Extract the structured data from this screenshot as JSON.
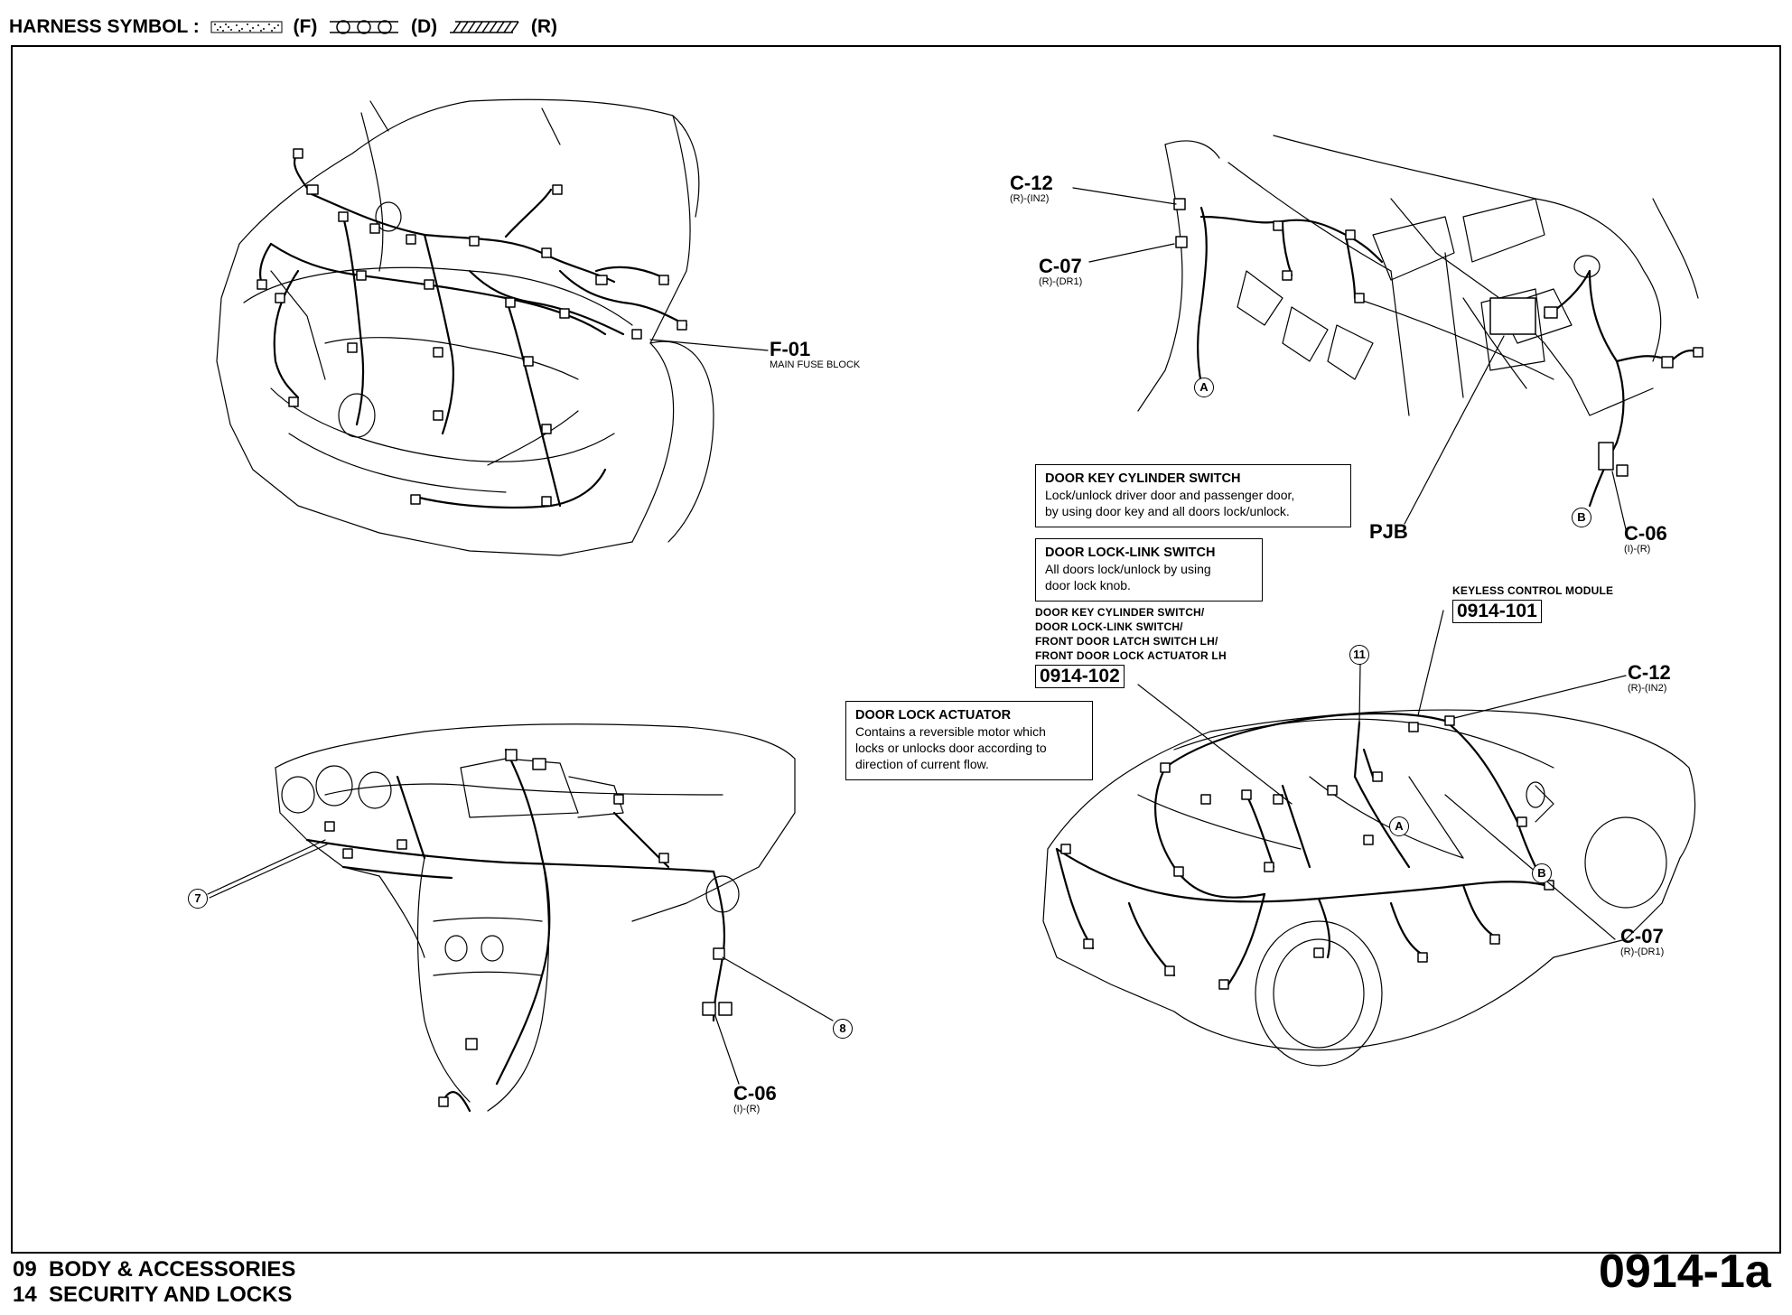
{
  "header": {
    "label": "HARNESS SYMBOL :",
    "symbols": [
      {
        "code": "(F)",
        "pattern": "dotted"
      },
      {
        "code": "(D)",
        "pattern": "circles"
      },
      {
        "code": "(R)",
        "pattern": "hatched"
      }
    ]
  },
  "connectors": {
    "f01": {
      "id": "F-01",
      "desc": "MAIN FUSE BLOCK"
    },
    "c12_top": {
      "id": "C-12",
      "sub": "(R)-(IN2)"
    },
    "c07_top": {
      "id": "C-07",
      "sub": "(R)-(DR1)"
    },
    "pjb": {
      "id": "PJB"
    },
    "c06_top": {
      "id": "C-06",
      "sub": "(I)-(R)"
    },
    "c12_car": {
      "id": "C-12",
      "sub": "(R)-(IN2)"
    },
    "c07_car": {
      "id": "C-07",
      "sub": "(R)-(DR1)"
    },
    "c06_dash": {
      "id": "C-06",
      "sub": "(I)-(R)"
    }
  },
  "boxes": {
    "key_cyl": {
      "title": "DOOR KEY CYLINDER SWITCH",
      "lines": [
        "Lock/unlock driver door and passenger door,",
        "by using door key and all doors lock/unlock."
      ]
    },
    "lock_link": {
      "title": "DOOR LOCK-LINK SWITCH",
      "lines": [
        "All doors lock/unlock by using",
        "door lock knob."
      ]
    },
    "actuator": {
      "title": "DOOR LOCK ACTUATOR",
      "lines": [
        "Contains a reversible motor which",
        "locks or unlocks door according to",
        "direction of current flow."
      ]
    }
  },
  "refs": {
    "left_list": [
      "DOOR KEY CYLINDER SWITCH/",
      "DOOR LOCK-LINK SWITCH/",
      "FRONT DOOR LATCH SWITCH LH/",
      "FRONT DOOR LOCK ACTUATOR LH"
    ],
    "left_code": "0914-102",
    "right_label": "KEYLESS CONTROL MODULE",
    "right_code": "0914-101"
  },
  "markers": {
    "a": "A",
    "b": "B",
    "m7": "7",
    "m8": "8",
    "m11": "11"
  },
  "footer": {
    "line1_num": "09",
    "line1_text": "BODY & ACCESSORIES",
    "line2_num": "14",
    "line2_text": "SECURITY AND LOCKS",
    "page_code": "0914-1a"
  }
}
